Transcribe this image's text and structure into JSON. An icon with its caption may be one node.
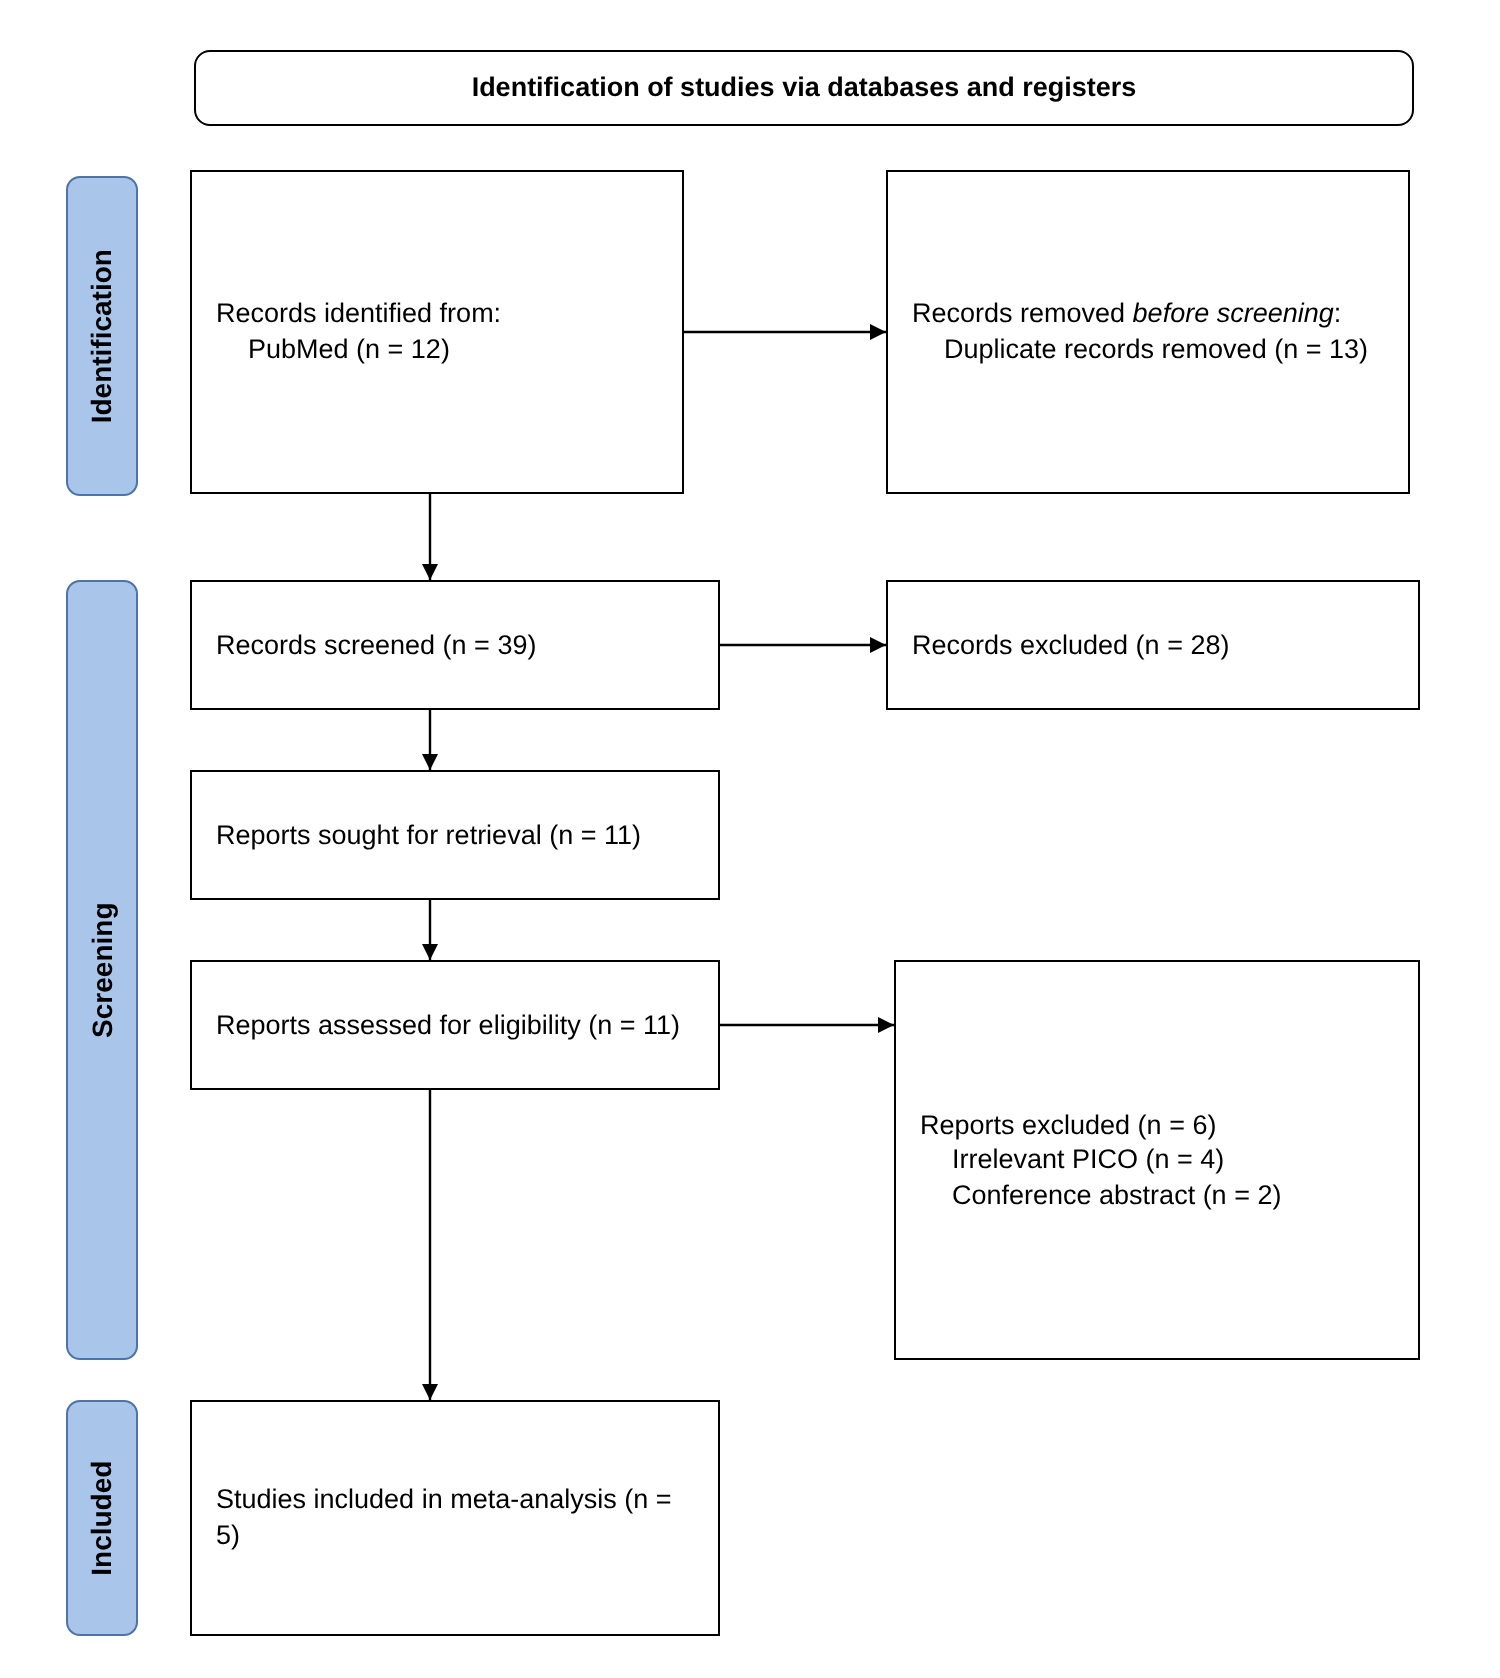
{
  "diagram": {
    "nodes": [
      {
        "text": [
          "Identification of studies via databases and registers"
        ]
      },
      {
        "text": [
          "Identification"
        ]
      },
      {
        "text": [
          "Records identified from:",
          "PubMed (n = 12)"
        ]
      },
      {
        "text": [
          "Records removed *before screening*:",
          "Duplicate records removed (n = 13)"
        ]
      },
      {
        "text": [
          "Screening"
        ]
      },
      {
        "text": [
          "Records screened (n = 39)"
        ]
      },
      {
        "text": [
          "Records excluded (n = 28)"
        ]
      },
      {
        "text": [
          "Reports sought for retrieval (n = 11)"
        ]
      },
      {
        "text": [
          "Reports assessed for eligibility (n = 11)"
        ]
      },
      {
        "text": [
          "Reports excluded (n = 6)",
          "Irrelevant PICO (n = 4)",
          "Conference abstract (n = 2)"
        ]
      },
      {
        "text": [
          "Included"
        ]
      },
      {
        "text": [
          "Studies included in meta-analysis (n = 5)"
        ]
      }
    ],
    "edges": [
      {
        "from": 2,
        "to": 3,
        "arrow": "to"
      },
      {
        "from": 2,
        "to": 5,
        "arrow": "to"
      },
      {
        "from": 5,
        "to": 6,
        "arrow": "to"
      },
      {
        "from": 5,
        "to": 7,
        "arrow": "to"
      },
      {
        "from": 7,
        "to": 8,
        "arrow": "to"
      },
      {
        "from": 8,
        "to": 9,
        "arrow": "to"
      },
      {
        "from": 8,
        "to": 11,
        "arrow": "to"
      }
    ]
  }
}
